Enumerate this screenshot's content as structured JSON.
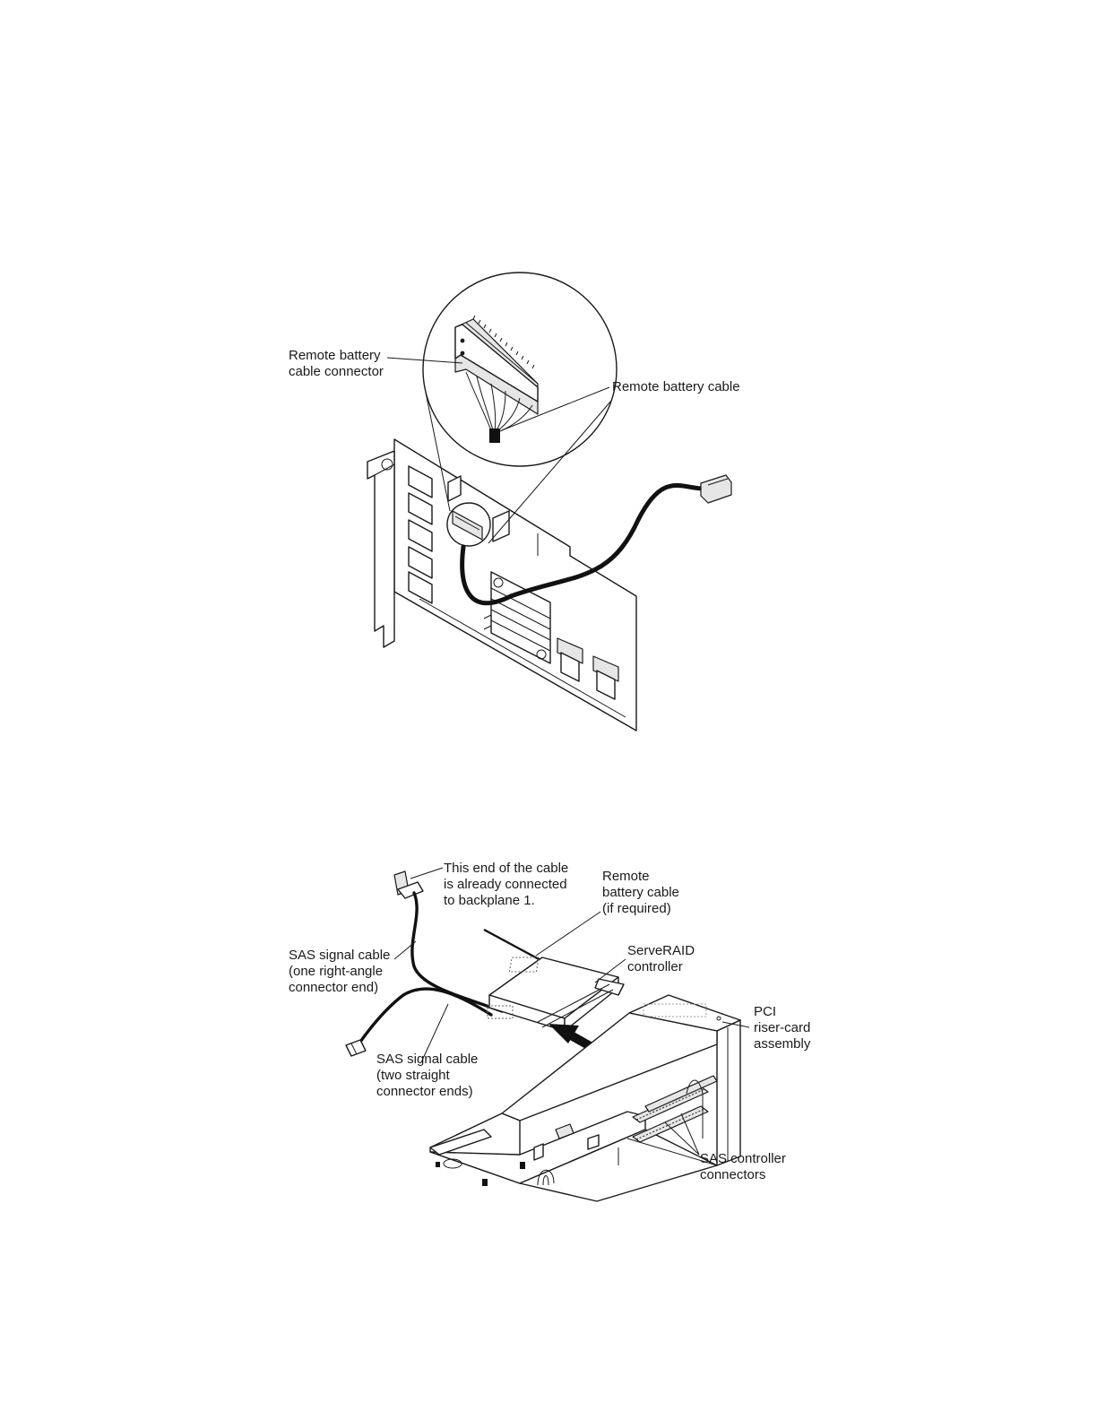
{
  "figure1": {
    "labels": {
      "remote_battery_cable_connector": "Remote battery\ncable connector",
      "remote_battery_cable": "Remote battery cable"
    }
  },
  "figure2": {
    "labels": {
      "cable_end_connected": "This end of the cable\nis already connected\nto backplane 1.",
      "remote_battery_cable": "Remote\nbattery cable\n(if required)",
      "serveraid_controller": "ServeRAID\ncontroller",
      "sas_signal_cable_right_angle": "SAS signal cable\n(one right-angle\nconnector end)",
      "pci_riser_card_assembly": "PCI\nriser-card\nassembly",
      "sas_signal_cable_straight": "SAS signal cable\n(two straight\nconnector ends)",
      "sas_controller_connectors": "SAS controller\nconnectors"
    }
  }
}
